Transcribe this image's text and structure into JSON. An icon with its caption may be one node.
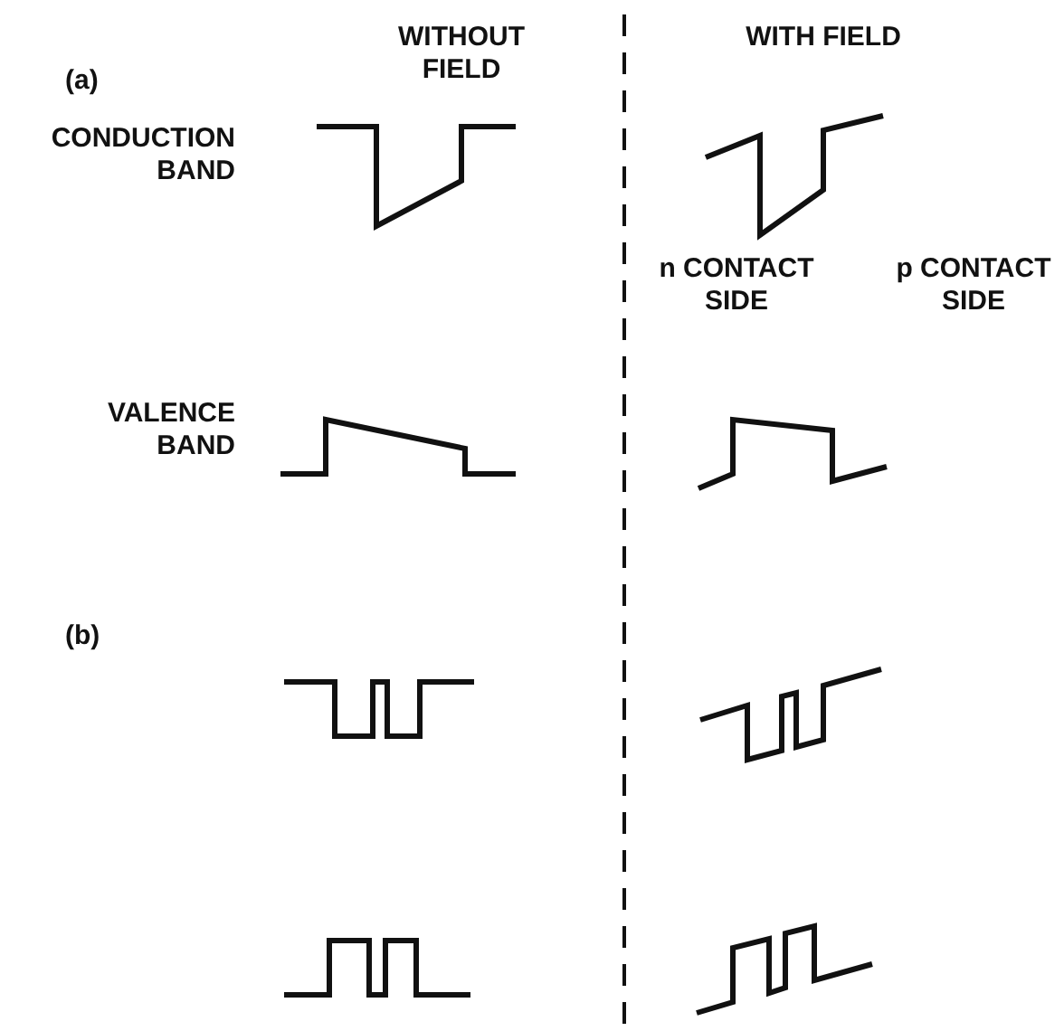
{
  "diagram": {
    "labels": [
      "(a)",
      "WITHOUT FIELD",
      "WITH FIELD",
      "CONDUCTION BAND",
      "n CONTACT SIDE",
      "p CONTACT SIDE",
      "VALENCE BAND",
      "(b)"
    ]
  }
}
